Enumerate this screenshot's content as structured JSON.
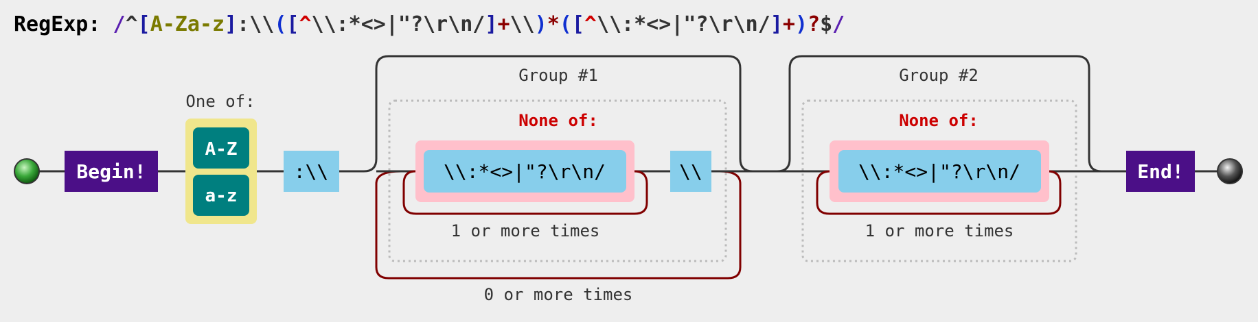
{
  "regexp": {
    "label": "RegExp:",
    "slash_open": "/",
    "anchor_start": "^",
    "class_open": "[",
    "class_range": "A-Za-z",
    "class_close": "]",
    "literal_colon": ":\\\\",
    "group_open_1": "(",
    "neg_open_1": "[",
    "caret_1": "^",
    "neg_body_1": "\\\\:*<>|\"?\\r\\n/",
    "neg_close_1": "]",
    "plus_1": "+",
    "literal_bs": "\\\\",
    "group_close_1": ")",
    "star": "*",
    "group_open_2": "(",
    "neg_open_2": "[",
    "caret_2": "^",
    "neg_body_2": "\\\\:*<>|\"?\\r\\n/",
    "neg_close_2": "]",
    "plus_2": "+",
    "group_close_2": ")",
    "question": "?",
    "anchor_end": "$",
    "slash_close": "/"
  },
  "diagram": {
    "begin_label": "Begin!",
    "end_label": "End!",
    "one_of_label": "One of:",
    "range_az_upper": "A-Z",
    "range_az_lower": "a-z",
    "literal_colon_bs": ":\\\\",
    "group1_label": "Group #1",
    "group2_label": "Group #2",
    "none_of_label_1": "None of:",
    "none_of_label_2": "None of:",
    "none_of_chars_1": "\\\\:*<>|\"?\\r\\n/",
    "none_of_chars_2": "\\\\:*<>|\"?\\r\\n/",
    "literal_bs": "\\\\",
    "repeat_1_label": "1 or more times",
    "repeat_2_label": "1 or more times",
    "repeat_0_label": "0 or more times"
  },
  "colors": {
    "background": "#eeeeee",
    "line": "#333333",
    "anchor": "#4b0f87",
    "one_of_bg": "#f0e68c",
    "range_bg": "#007f7f",
    "literal_bg": "#87ceeb",
    "none_of_bg": "#ffc0cb",
    "none_of_label": "#cc0000",
    "repeat_loop": "#800000",
    "group_border": "#bbbbbb"
  }
}
